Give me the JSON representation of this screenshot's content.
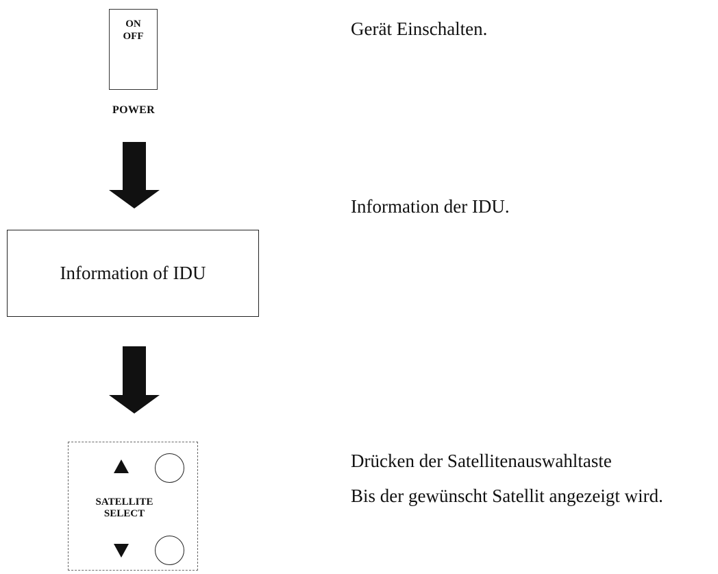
{
  "power_switch": {
    "on_label": "ON",
    "off_label": "OFF",
    "caption": "POWER"
  },
  "info_box": {
    "label": "Information of IDU"
  },
  "satellite_select": {
    "label_line1": "SATELLITE",
    "label_line2": "SELECT",
    "up_icon": "triangle-up-icon",
    "down_icon": "triangle-down-icon"
  },
  "descriptions": [
    "Gerät Einschalten.",
    "Information der IDU.",
    "Drücken der Satellitenauswahltaste",
    "Bis der gewünscht Satellit angezeigt wird."
  ],
  "colors": {
    "arrow": "#111111",
    "border": "#222222",
    "dashed_border": "#666666"
  }
}
